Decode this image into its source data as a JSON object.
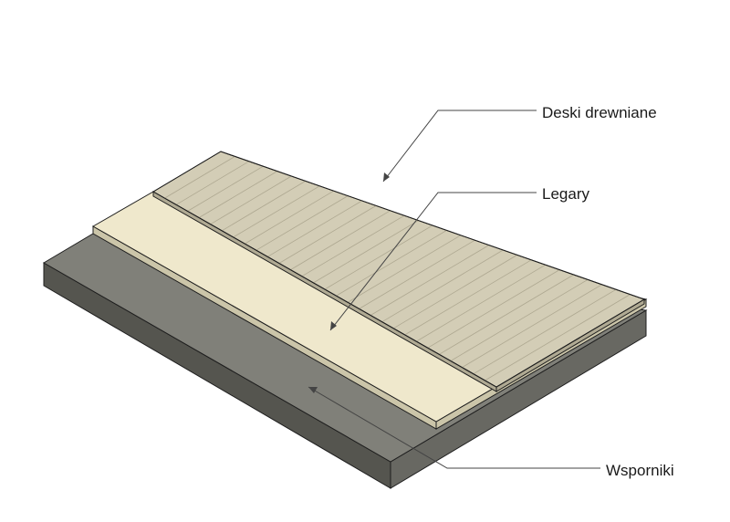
{
  "callouts": [
    {
      "id": "deski",
      "label": "Deski drewniane"
    },
    {
      "id": "legary",
      "label": "Legary"
    },
    {
      "id": "wsporniki",
      "label": "Wsporniki"
    }
  ],
  "colors": {
    "slab_top": "#808079",
    "slab_left": "#55554f",
    "slab_front": "#686862",
    "joist_top": "#efe8cc",
    "joist_side": "#cbc5a9",
    "deck_top": "#d3cdb6",
    "deck_side": "#b0aa93",
    "plank_line": "#aea891",
    "outline": "#1e1e1e"
  }
}
